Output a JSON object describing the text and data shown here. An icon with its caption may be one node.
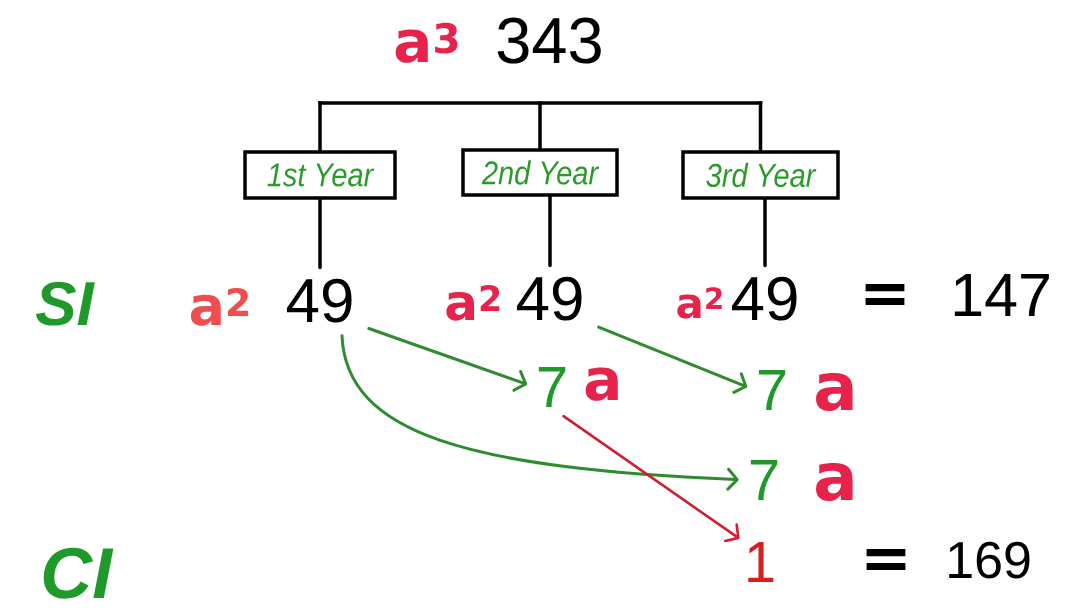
{
  "diagram": {
    "nodes": [
      {
        "text": [],
        "shape": "bar"
      },
      {
        "text": [
          "1st Year"
        ]
      },
      {
        "text": [
          "2nd Year"
        ]
      },
      {
        "text": [
          "3rd Year"
        ]
      },
      {
        "text": [
          "49"
        ],
        "beside": [
          "a$^{2}$"
        ]
      },
      {
        "text": [
          "49"
        ],
        "beside": [
          "a$^{2}$"
        ]
      },
      {
        "text": [
          "49"
        ],
        "beside": [
          "a$^{2}$"
        ]
      },
      {
        "text": [
          "7"
        ],
        "beside": [
          "a"
        ]
      },
      {
        "text": [
          "7"
        ],
        "beside": [
          "a"
        ]
      },
      {
        "text": [
          "7"
        ],
        "beside": [
          "a"
        ]
      },
      {
        "text": [
          "1"
        ]
      }
    ],
    "edges": [
      {
        "from": 0,
        "to": 1,
        "arrow": "none"
      },
      {
        "from": 0,
        "to": 2,
        "arrow": "none"
      },
      {
        "from": 0,
        "to": 3,
        "arrow": "none"
      },
      {
        "from": 1,
        "to": 4,
        "arrow": "none"
      },
      {
        "from": 2,
        "to": 5,
        "arrow": "none"
      },
      {
        "from": 3,
        "to": 6,
        "arrow": "none"
      },
      {
        "from": 4,
        "to": 7,
        "arrow": "to",
        "color": "#2e8b2e"
      },
      {
        "from": 5,
        "to": 8,
        "arrow": "to",
        "color": "#2e8b2e"
      },
      {
        "from": 4,
        "to": 9,
        "arrow": "to",
        "color": "#2e8b2e"
      },
      {
        "from": 7,
        "to": 10,
        "arrow": "to",
        "color": "#cc2030"
      }
    ],
    "labels": [
      "a$^{3}$",
      "343",
      "SI",
      "=",
      "147",
      "CI",
      "=",
      "169"
    ]
  }
}
